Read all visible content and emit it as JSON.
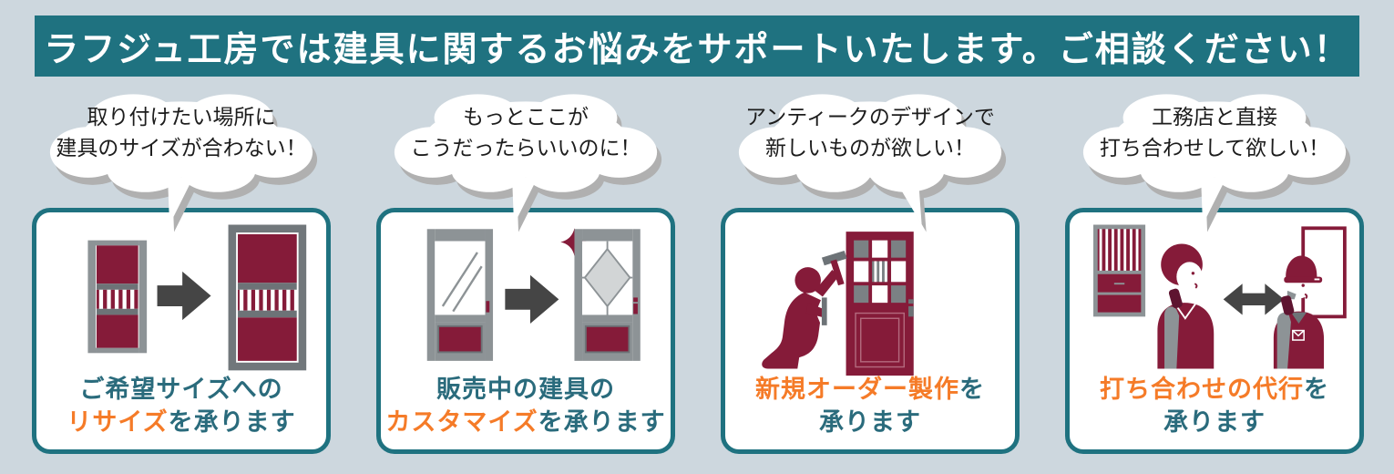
{
  "theme": {
    "colors": {
      "bg": "#cdd7de",
      "teal": "#1f7280",
      "teal_text": "#2a6b7c",
      "orange": "#f57b28",
      "maroon": "#851b39",
      "door_gray": "#8d9396",
      "frame_gray": "#71777b",
      "arrow_gray": "#454545",
      "shadow_gray": "#b0b0b0",
      "card_bg": "#ffffff",
      "header_text": "#ffffff",
      "bubble_text": "#1c1c1c"
    }
  },
  "header": {
    "title": "ラフジュ工房では建具に関するお悩みをサポートいたします。ご相談ください！"
  },
  "icons": {
    "arrow_right": "➡",
    "arrow_both": "↔",
    "sparkle": "✦"
  },
  "panels": [
    {
      "name": "resize",
      "bubble": {
        "line1": "取り付けたい場所に",
        "line2": "建具のサイズが合わない！"
      },
      "caption": {
        "line1_teal": "ご希望サイズへの",
        "line2_orange": "リサイズ",
        "line2_teal": "を承ります"
      },
      "illustration": "narrow door changed to larger door with right arrow"
    },
    {
      "name": "customize",
      "bubble": {
        "line1": "もっとここが",
        "line2": "こうだったらいいのに！"
      },
      "caption": {
        "line1_teal": "販売中の建具の",
        "line2_orange": "カスタマイズ",
        "line2_teal": "を承ります"
      },
      "illustration": "plain glass door changed to diamond-pane glass door with sparkles"
    },
    {
      "name": "new-order",
      "bubble": {
        "line1": "アンティークのデザインで",
        "line2": "新しいものが欲しい！"
      },
      "caption": {
        "line1_orange": "新規オーダー製作",
        "line1_teal": "を",
        "line2_teal": "承ります"
      },
      "illustration": "kneeling craftsman with hammer building an antique style door"
    },
    {
      "name": "meeting-proxy",
      "bubble": {
        "line1": "工務店と直接",
        "line2": "打ち合わせして欲しい！"
      },
      "caption": {
        "line1_orange": "打ち合わせの代行",
        "line1_teal": "を",
        "line2_teal": "承ります"
      },
      "illustration": "shop staff and contractor talking on phones with double arrow"
    }
  ]
}
